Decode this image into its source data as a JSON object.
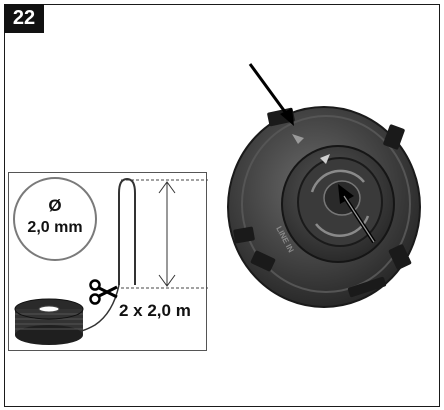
{
  "step": {
    "number": "22"
  },
  "line_spec": {
    "diameter_symbol": "Ø",
    "diameter_value": "2,0 mm",
    "length": "2 x 2,0 m"
  },
  "spool": {
    "label": "LINE IN"
  },
  "icons": [
    "scissors-icon",
    "arrow-pointer",
    "line-spool-image",
    "trimmer-head-image"
  ],
  "colors": {
    "badge": "#111111",
    "head_dark": "#2e2e2e",
    "head_mid": "#4a4a4a",
    "frame": "#1a1a1a"
  }
}
